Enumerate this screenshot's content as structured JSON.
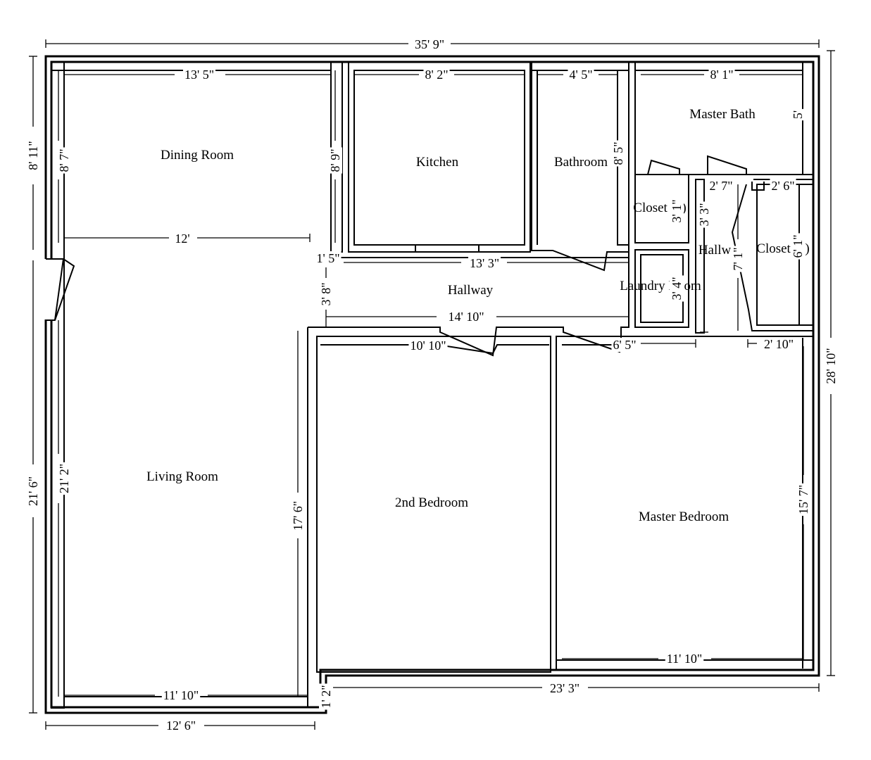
{
  "rooms": {
    "dining_room": "Dining Room",
    "kitchen": "Kitchen",
    "bathroom": "Bathroom",
    "master_bath": "Master Bath",
    "closet_1": "Closet (1)",
    "closet_2": "Closet (1)",
    "hallway_main": "Hallway",
    "hallway_small": "Hallway",
    "laundry_room": "Laundry Room",
    "living_room": "Living Room",
    "second_bedroom": "2nd Bedroom",
    "master_bedroom": "Master Bedroom"
  },
  "dimensions": {
    "overall_width": "35' 9\"",
    "overall_depth_left": "8' 11\"",
    "overall_depth_right": "28' 10\"",
    "dining_width": "13' 5\"",
    "dining_height_inner": "8' 7\"",
    "dining_height_right": "8' 9\"",
    "dining_lower_width": "12'",
    "kitchen_width": "8' 2\"",
    "bathroom_width": "4' 5\"",
    "bathroom_height": "8' 5\"",
    "master_bath_width": "8' 1\"",
    "master_bath_height": "5'",
    "closet1_height": "3' 1\"",
    "closet1_right": "3' 3\"",
    "hall_small_width": "2' 7\"",
    "closet2_width": "2' 6\"",
    "closet2_height": "6' 1\"",
    "hall_small_height": "7' 1\"",
    "laundry_height": "3' 4\"",
    "hall_offset": "1' 5\"",
    "hall_width_top": "13' 3\"",
    "hall_height": "3' 8\"",
    "hall_width_bottom": "14' 10\"",
    "bedroom2_width": "10' 10\"",
    "master_bed_top": "6' 5\"",
    "closet2_bottom": "2' 10\"",
    "living_height_outer": "21' 6\"",
    "living_height_inner": "21' 2\"",
    "bedroom2_height": "17' 6\"",
    "master_bed_height": "15' 7\"",
    "master_bed_width": "11' 10\"",
    "living_width_inner": "11' 10\"",
    "living_width_outer": "12' 6\"",
    "wall_offset": "1' 2\"",
    "rear_width": "23' 3\""
  }
}
